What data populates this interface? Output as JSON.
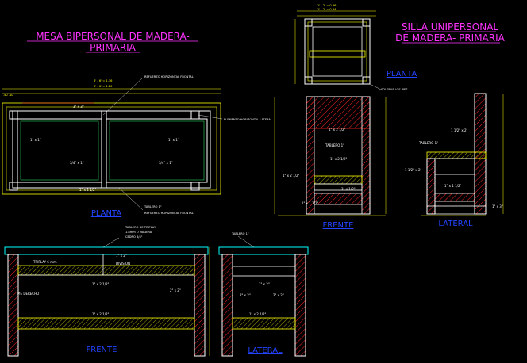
{
  "titles": {
    "desk_line1": "MESA BIPERSONAL DE MADERA-",
    "desk_line2": "PRIMARIA",
    "chair_line1": "SILLA UNIPERSONAL",
    "chair_line2": "DE MADERA- PRIMARIA"
  },
  "views": {
    "desk_plan": "PLANTA",
    "desk_front": "FRENTE",
    "desk_side": "LATERAL",
    "chair_plan": "PLANTA",
    "chair_front": "FRENTE",
    "chair_side": "LATERAL"
  },
  "notes": {
    "desk_plan_top": "REFUERZO HORIZONTAL FRONTAL",
    "desk_plan_right": "ELEMENTO HORIZONTAL LATERAL",
    "desk_plan_bottom1": "TABLERO 1\"",
    "desk_plan_bottom2": "REFUERZO HORIZONTAL FRONTAL",
    "desk_front_top1": "TABLERO DE TRIPLAY",
    "desk_front_top2": "1.8mm O MADERA",
    "desk_front_top3": "CEDRO 3/4\"",
    "desk_front_triplay": "TRIPLAY 6 mm.",
    "desk_front_divisor": "DIVISION",
    "desk_front_leg": "PIE DERECHO",
    "desk_side_top": "TABLERO 1\"",
    "chair_plan_note": "SOLERAS LOS PIES",
    "chair_front_tablero": "TABLERO 1\"",
    "chair_side_tablero": "TABLERO 1\""
  },
  "dims": {
    "desk_total1": "6' - 6' = 1.16",
    "desk_total2": "6' - 6' = 1.20",
    "desk_plan_left": ".40 .40",
    "desk_plan_a": "3\" x 3\"",
    "desk_plan_b": "1\" x 1\"",
    "desk_plan_c": "3/4\" x 1\"",
    "desk_plan_d": "1\" x 1\"",
    "desk_plan_e": "3/4\" x 1\"",
    "desk_plan_f": "1\" x 2 1/2\"",
    "chair_top1": "1' - 2' = 0.36",
    "chair_top2": "1' - 2' = 0.34",
    "chair_front_a": "1\" x 2 1/2\"",
    "chair_front_b": "1\" x 2 1/2\"",
    "chair_front_c": "1\" x 2 1/2\"",
    "chair_front_d": "1\" x 1/2\"",
    "chair_front_e": "1\" x 1 1/2\"",
    "chair_side_a": "1 1/2\" x 2\"",
    "chair_side_b": "1 1/2\" x 2\"",
    "chair_side_c": "1\" x 1 1/2\"",
    "chair_side_d": "1\" x 3\"",
    "desk_front_a": "1\" x 2\"",
    "desk_front_b": "1\" x 2 1/2\"",
    "desk_front_c": "2\" x 2\"",
    "desk_front_d": "1\" x 2 1/2\"",
    "desk_side_a": "1\" x 2\"",
    "desk_side_b": "2\" x 2\"",
    "desk_side_c": "2\" x 2\"",
    "desk_side_d": "1\" x 2 1/2\""
  },
  "colors": {
    "background": "#000000",
    "title": "#ff33ff",
    "view_label": "#2244ff",
    "outline_cyan": "#00ffff",
    "wood_yellow": "#ffff00",
    "frame_white": "#ffffff",
    "hatch_red": "#ff2222",
    "inner_green": "#33ff66"
  }
}
